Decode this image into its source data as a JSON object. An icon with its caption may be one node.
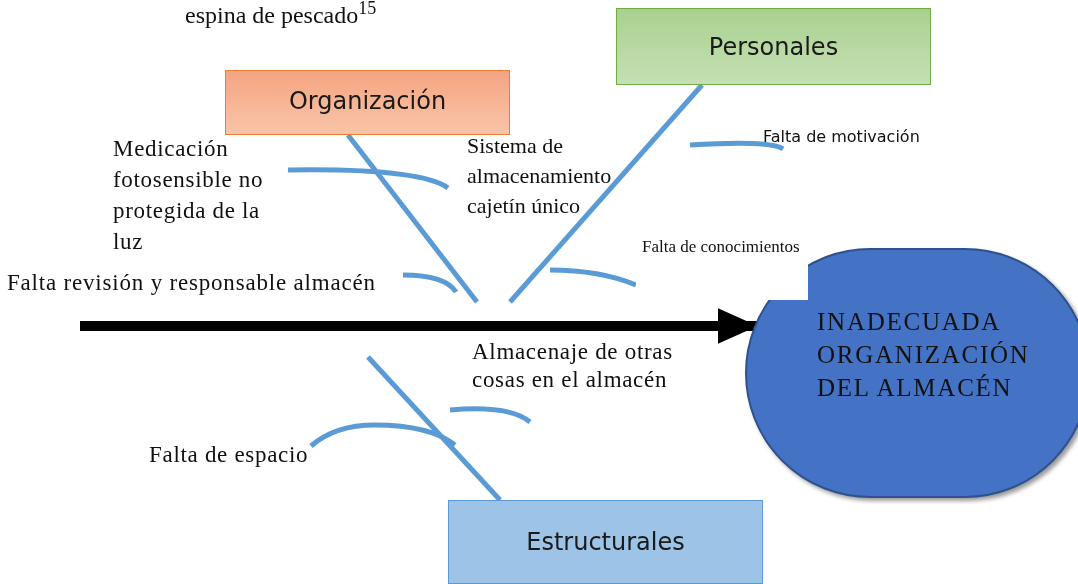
{
  "diagram": {
    "title": "espina de pescado$^{15}$",
    "nodes": [
      {
        "text": [
          "Personales"
        ]
      },
      {
        "text": [
          "Organización"
        ]
      },
      {
        "text": [
          "Medicación fotosensible no protegida de la luz"
        ]
      },
      {
        "text": [
          "Falta de motivación"
        ]
      },
      {
        "text": [
          "Falta revisión y responsable almacén"
        ]
      },
      {
        "text": [
          "Falta de conocimientos"
        ]
      },
      {
        "text": [
          "INADECUADA ORGANIZACIÓN DEL ALMACÉN"
        ]
      },
      {
        "text": [
          "Almacenaje de otras cosas en el almacén"
        ]
      },
      {
        "text": [
          "Falta de espacio"
        ]
      },
      {
        "text": [
          "Estructurales"
        ]
      }
    ],
    "edges": [
      {
        "from": null,
        "to": 6,
        "arrow": "to",
        "style": "thick",
        "color": "#000000"
      },
      {
        "from": 1,
        "to": null,
        "arrow": "none"
      },
      {
        "from": 0,
        "to": null,
        "arrow": "none"
      },
      {
        "from": 9,
        "to": null,
        "arrow": "none"
      },
      {
        "from": 2,
        "to": null,
        "arrow": "none"
      },
      {
        "from": 3,
        "to": null,
        "arrow": "none"
      },
      {
        "from": 4,
        "to": null,
        "arrow": "none"
      },
      {
        "from": 5,
        "to": null,
        "arrow": "none"
      },
      {
        "from": 7,
        "to": null,
        "arrow": "none"
      },
      {
        "from": 8,
        "to": null,
        "arrow": "none"
      }
    ],
    "labels": [
      "Sistema de almacenamiento cajetín único"
    ]
  }
}
